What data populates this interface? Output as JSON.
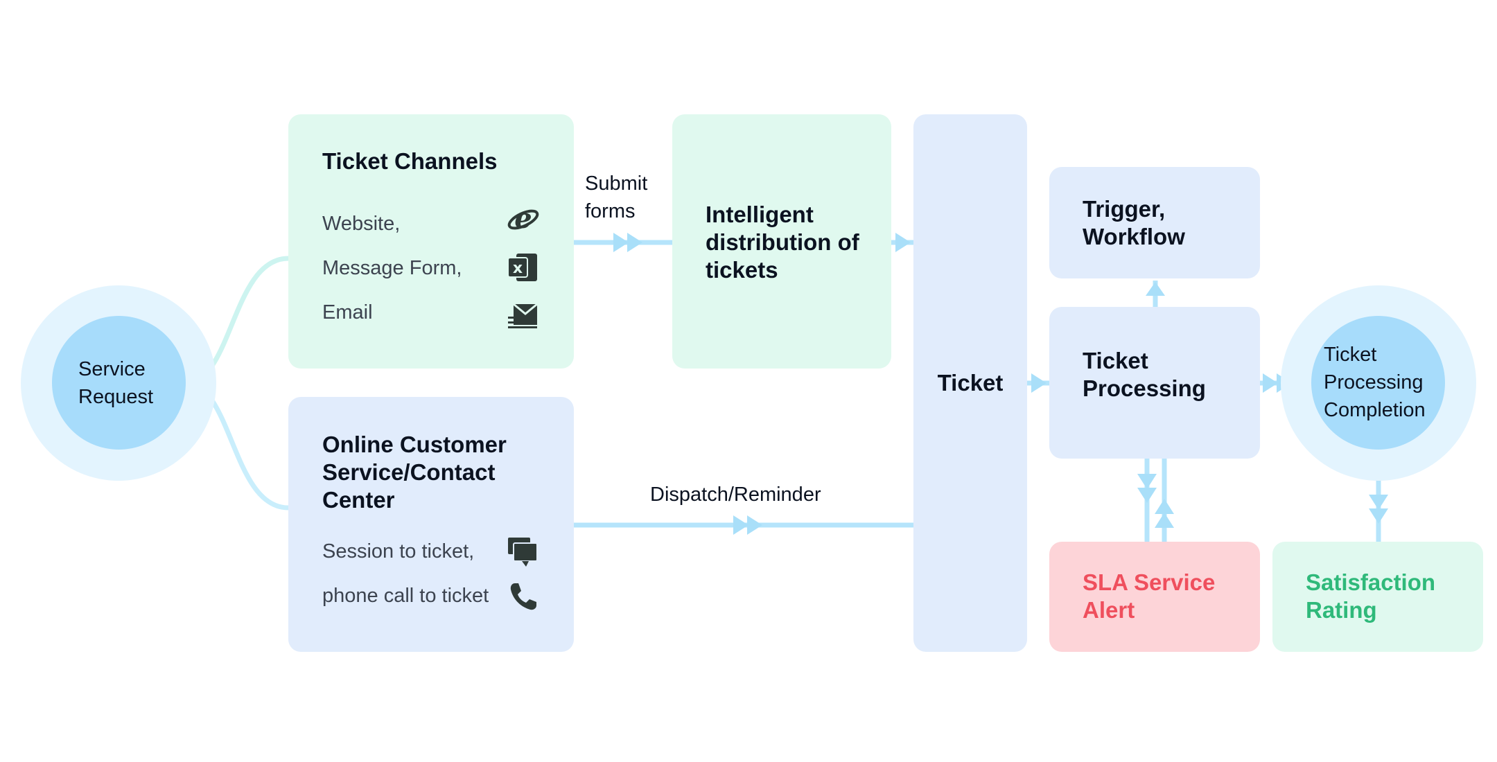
{
  "service_request": {
    "label": "Service\nRequest"
  },
  "ticket_channels": {
    "title": "Ticket Channels",
    "items": [
      "Website,",
      "Message Form,",
      "Email"
    ],
    "icons": [
      "internet-explorer-icon",
      "excel-icon",
      "email-icon"
    ]
  },
  "online_customer": {
    "title": "Online Customer\nService/Contact\nCenter",
    "items": [
      "Session to ticket,",
      "phone call to ticket"
    ],
    "icons": [
      "chat-icon",
      "phone-icon"
    ]
  },
  "edges": {
    "submit_forms": "Submit\nforms",
    "dispatch_reminder": "Dispatch/Reminder"
  },
  "intelligent_distribution": {
    "title": "Intelligent\ndistribution of\ntickets"
  },
  "ticket": {
    "title": "Ticket"
  },
  "trigger_workflow": {
    "title": "Trigger,\nWorkflow"
  },
  "ticket_processing": {
    "title": "Ticket\nProcessing"
  },
  "completion": {
    "label": "Ticket\nProcessing\nCompletion"
  },
  "sla_alert": {
    "title": "SLA Service\nAlert"
  },
  "satisfaction": {
    "title": "Satisfaction\nRating"
  },
  "colors": {
    "green_box": "#e0f9ef",
    "blue_box": "#e1ecfc",
    "pink_box": "#fdd4d8",
    "connector": "#b5e4fb",
    "sla_text": "#ef4f5d",
    "satisfaction_text": "#2fb97a"
  }
}
